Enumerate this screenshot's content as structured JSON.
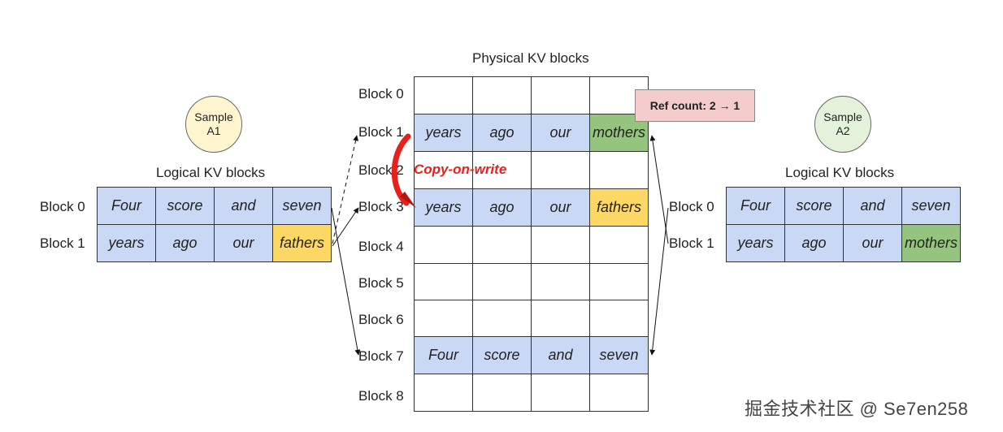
{
  "physical": {
    "title": "Physical KV blocks",
    "rows": [
      {
        "label": "Block 0",
        "cells": [
          {
            "text": "",
            "color": "white"
          },
          {
            "text": "",
            "color": "white"
          },
          {
            "text": "",
            "color": "white"
          },
          {
            "text": "",
            "color": "white"
          }
        ]
      },
      {
        "label": "Block 1",
        "cells": [
          {
            "text": "years",
            "color": "blue"
          },
          {
            "text": "ago",
            "color": "blue"
          },
          {
            "text": "our",
            "color": "blue"
          },
          {
            "text": "mothers",
            "color": "green"
          }
        ]
      },
      {
        "label": "Block 2",
        "cells": [
          {
            "text": "",
            "color": "white"
          },
          {
            "text": "",
            "color": "white"
          },
          {
            "text": "",
            "color": "white"
          },
          {
            "text": "",
            "color": "white"
          }
        ]
      },
      {
        "label": "Block 3",
        "cells": [
          {
            "text": "years",
            "color": "blue"
          },
          {
            "text": "ago",
            "color": "blue"
          },
          {
            "text": "our",
            "color": "blue"
          },
          {
            "text": "fathers",
            "color": "yellow"
          }
        ]
      },
      {
        "label": "Block 4",
        "cells": [
          {
            "text": "",
            "color": "white"
          },
          {
            "text": "",
            "color": "white"
          },
          {
            "text": "",
            "color": "white"
          },
          {
            "text": "",
            "color": "white"
          }
        ]
      },
      {
        "label": "Block 5",
        "cells": [
          {
            "text": "",
            "color": "white"
          },
          {
            "text": "",
            "color": "white"
          },
          {
            "text": "",
            "color": "white"
          },
          {
            "text": "",
            "color": "white"
          }
        ]
      },
      {
        "label": "Block 6",
        "cells": [
          {
            "text": "",
            "color": "white"
          },
          {
            "text": "",
            "color": "white"
          },
          {
            "text": "",
            "color": "white"
          },
          {
            "text": "",
            "color": "white"
          }
        ]
      },
      {
        "label": "Block 7",
        "cells": [
          {
            "text": "Four",
            "color": "blue"
          },
          {
            "text": "score",
            "color": "blue"
          },
          {
            "text": "and",
            "color": "blue"
          },
          {
            "text": "seven",
            "color": "blue"
          }
        ]
      },
      {
        "label": "Block 8",
        "cells": [
          {
            "text": "",
            "color": "white"
          },
          {
            "text": "",
            "color": "white"
          },
          {
            "text": "",
            "color": "white"
          },
          {
            "text": "",
            "color": "white"
          }
        ]
      }
    ]
  },
  "sample_a1": {
    "circle_line1": "Sample",
    "circle_line2": "A1",
    "title": "Logical KV blocks",
    "rows": [
      {
        "label": "Block 0",
        "cells": [
          {
            "text": "Four",
            "color": "blue"
          },
          {
            "text": "score",
            "color": "blue"
          },
          {
            "text": "and",
            "color": "blue"
          },
          {
            "text": "seven",
            "color": "blue"
          }
        ]
      },
      {
        "label": "Block 1",
        "cells": [
          {
            "text": "years",
            "color": "blue"
          },
          {
            "text": "ago",
            "color": "blue"
          },
          {
            "text": "our",
            "color": "blue"
          },
          {
            "text": "fathers",
            "color": "yellow"
          }
        ]
      }
    ]
  },
  "sample_a2": {
    "circle_line1": "Sample",
    "circle_line2": "A2",
    "title": "Logical KV blocks",
    "rows": [
      {
        "label": "Block 0",
        "cells": [
          {
            "text": "Four",
            "color": "blue"
          },
          {
            "text": "score",
            "color": "blue"
          },
          {
            "text": "and",
            "color": "blue"
          },
          {
            "text": "seven",
            "color": "blue"
          }
        ]
      },
      {
        "label": "Block 1",
        "cells": [
          {
            "text": "years",
            "color": "blue"
          },
          {
            "text": "ago",
            "color": "blue"
          },
          {
            "text": "our",
            "color": "blue"
          },
          {
            "text": "mothers",
            "color": "green"
          }
        ]
      }
    ]
  },
  "ref_count": "Ref count: 2 → 1",
  "copy_on_write": "Copy-on-write",
  "watermark": "掘金技术社区 @ Se7en258",
  "colors": {
    "blue": "#c9d9f5",
    "yellow": "#fdd864",
    "green": "#94c47d",
    "white": "#ffffff",
    "red_arrow": "#e8201c",
    "ref_count_bg": "#f4cccc"
  }
}
